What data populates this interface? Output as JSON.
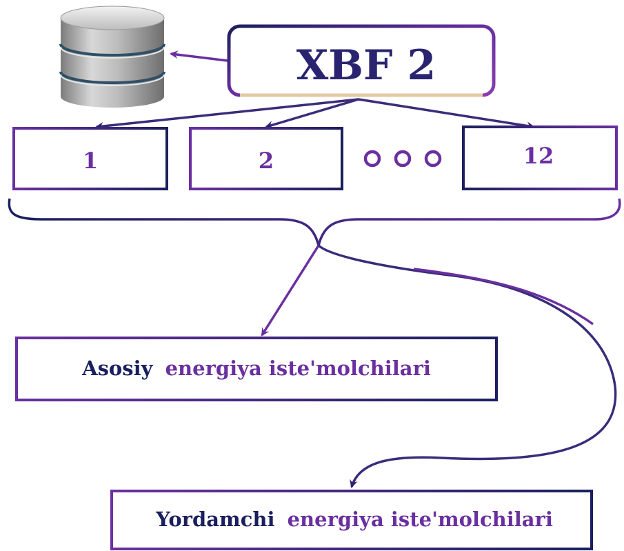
{
  "root": {
    "label": "XBF 2"
  },
  "units": [
    "1",
    "2",
    "12"
  ],
  "consumers": {
    "main": {
      "first_word": "Asosiy",
      "rest": "energiya iste'molchilari"
    },
    "auxiliary": {
      "first_word": "Yordamchi",
      "rest": "energiya iste'molchilari"
    }
  },
  "colors": {
    "navy": "#1b1f5e",
    "purple": "#6a2fa0",
    "gold": "#f0d9a6",
    "db_gray": "#9a9a9a",
    "db_band": "#2f4f66"
  },
  "icons": {
    "storage": "database-icon",
    "ellipsis": "ellipsis-circles"
  }
}
